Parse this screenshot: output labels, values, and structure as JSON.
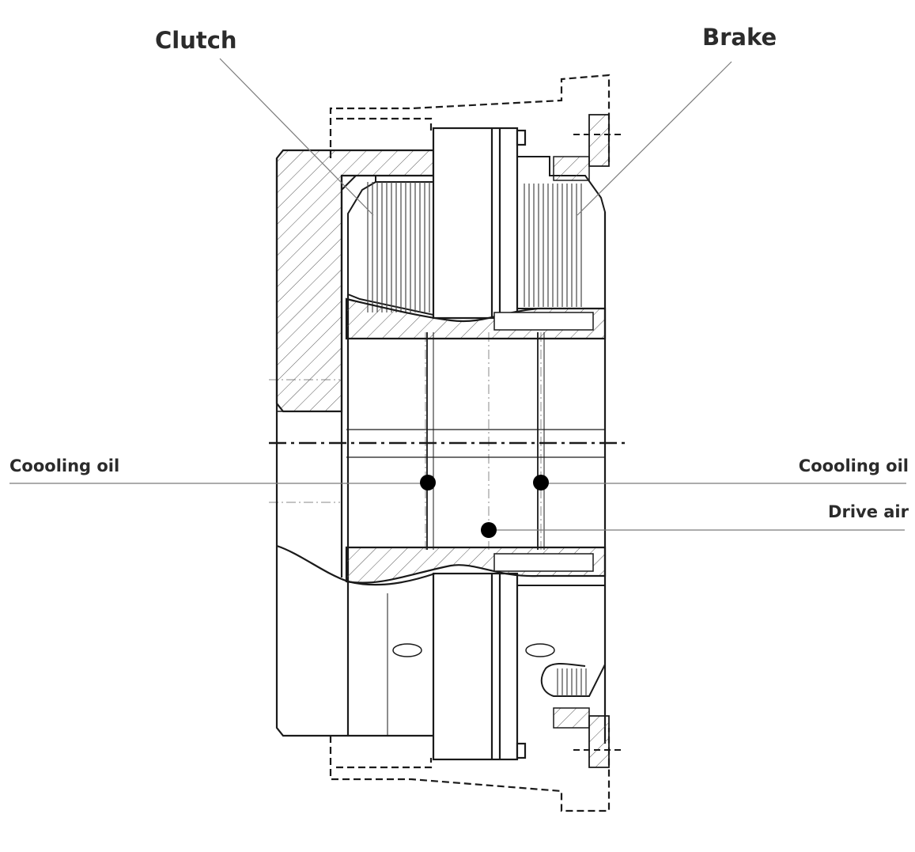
{
  "labels": {
    "clutch": "Clutch",
    "brake": "Brake",
    "cooling_oil_left": "Coooling oil",
    "cooling_oil_right": "Coooling oil",
    "drive_air": "Drive air"
  },
  "colors": {
    "line": "#1a1a1a",
    "faint": "#8a8a8a",
    "leader": "#7a7a7a",
    "text": "#2b2b2b",
    "dot": "#000000"
  }
}
